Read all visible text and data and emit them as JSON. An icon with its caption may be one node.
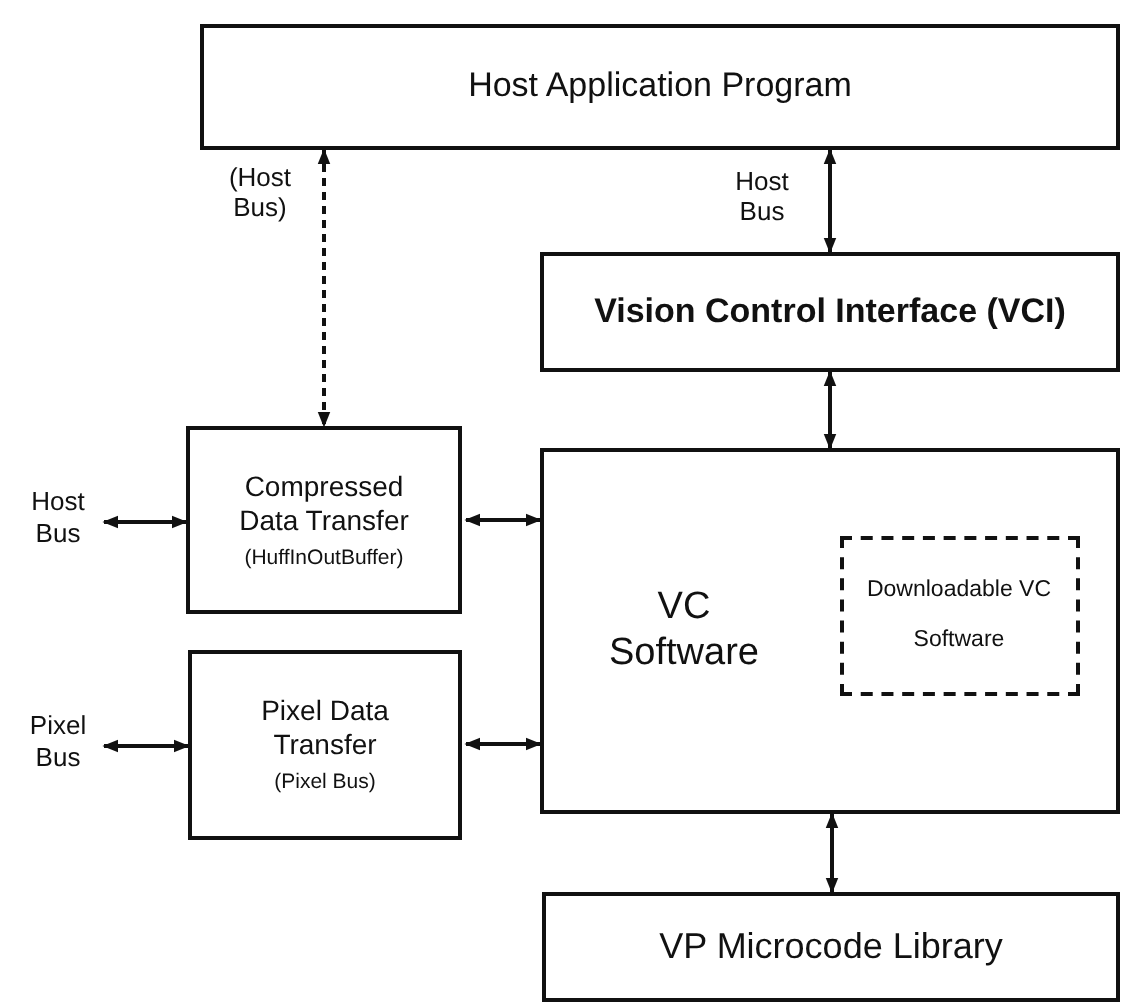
{
  "diagram": {
    "nodes": [
      {
        "text": [
          "Host Application Program"
        ]
      },
      {
        "text": [
          "Vision Control Interface (VCI)"
        ]
      },
      {
        "text": [
          "Compressed Data Transfer",
          "(HuffInOutBuffer)"
        ]
      },
      {
        "text": [
          "Pixel Data Transfer",
          "(Pixel Bus)"
        ]
      },
      {
        "text": [
          "VC Software"
        ]
      },
      {
        "text": [
          "Downloadable VC Software"
        ],
        "in": 4
      },
      {
        "text": [
          "VP Microcode Library"
        ]
      },
      {
        "text": [
          "Host Bus"
        ]
      },
      {
        "text": [
          "Pixel Bus"
        ]
      }
    ],
    "edges": [
      {
        "from": 0,
        "to": 2,
        "arrow": "both",
        "label": "(Host Bus)",
        "style": "dashed"
      },
      {
        "from": 0,
        "to": 1,
        "arrow": "both",
        "label": "Host Bus"
      },
      {
        "from": 1,
        "to": 4,
        "arrow": "both"
      },
      {
        "from": 7,
        "to": 2,
        "arrow": "both"
      },
      {
        "from": 2,
        "to": 4,
        "arrow": "both"
      },
      {
        "from": 8,
        "to": 3,
        "arrow": "both"
      },
      {
        "from": 3,
        "to": 4,
        "arrow": "both"
      },
      {
        "from": 4,
        "to": 6,
        "arrow": "both"
      }
    ]
  }
}
